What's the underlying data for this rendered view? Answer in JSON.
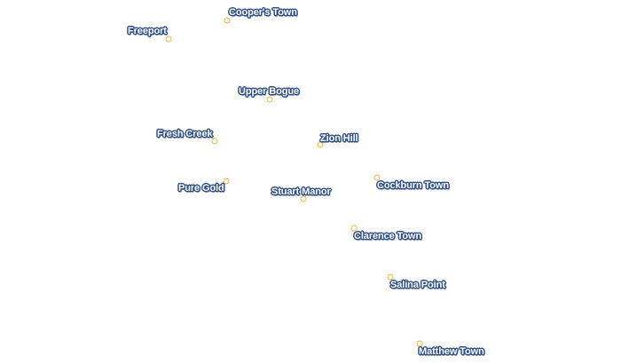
{
  "map": {
    "colors": {
      "marker": "#e8b449",
      "label_halo": "#2f4f85",
      "label_text": "#ffffff",
      "background": "#ffffff"
    },
    "places": [
      {
        "name": "Cooper's Town"
      },
      {
        "name": "Freeport"
      },
      {
        "name": "Upper Bogue"
      },
      {
        "name": "Fresh Creek"
      },
      {
        "name": "Zion Hill"
      },
      {
        "name": "Pure Gold"
      },
      {
        "name": "Cockburn Town"
      },
      {
        "name": "Stuart Manor"
      },
      {
        "name": "Clarence Town"
      },
      {
        "name": "Salina Point"
      },
      {
        "name": "Matthew Town"
      }
    ]
  }
}
